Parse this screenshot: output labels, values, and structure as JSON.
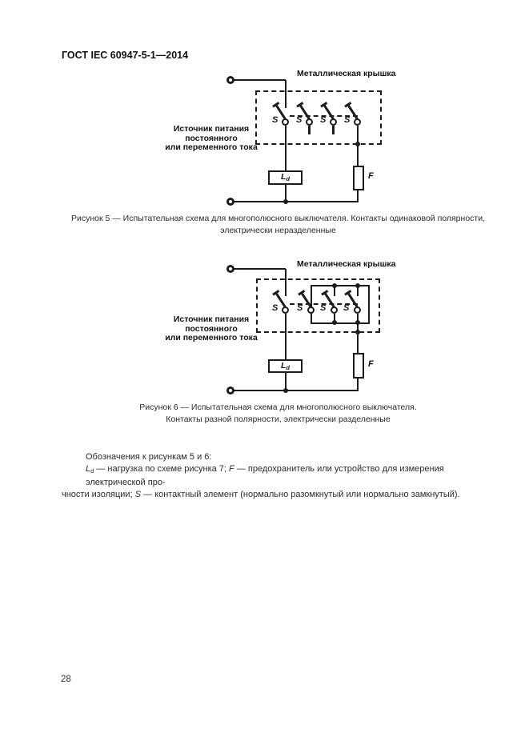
{
  "page": {
    "header": "ГОСТ IEC 60947-5-1—2014",
    "page_number": "28"
  },
  "figure5": {
    "cover_label": "Металлическая крышка",
    "source_line1": "Источник питания",
    "source_line2": "постоянного",
    "source_line3": "или переменного тока",
    "switch_label": "S",
    "load_label": "L",
    "load_sub": "d",
    "fuse_label": "F",
    "caption_line1": "Рисунок 5 — Испытательная схема для многополюсного выключателя. Контакты одинаковой полярности,",
    "caption_line2": "электрически неразделенные"
  },
  "figure6": {
    "cover_label": "Металлическая крышка",
    "source_line1": "Источник питания",
    "source_line2": "постоянного",
    "source_line3": "или переменного тока",
    "switch_label": "S",
    "load_label": "L",
    "load_sub": "d",
    "fuse_label": "F",
    "caption_line1": "Рисунок 6 — Испытательная схема для многополюсного выключателя.",
    "caption_line2": "Контакты разной полярности, электрически разделенные"
  },
  "notes": {
    "heading": "Обозначения к рисункам 5 и 6:",
    "load_symbol": "L",
    "load_sub": "d",
    "load_text": " — нагрузка по схеме рисунка 7; ",
    "fuse_symbol": "F",
    "fuse_text": " — предохранитель или устройство для измерения электрической про-",
    "cont_text": "чности изоляции; ",
    "switch_symbol": "S",
    "switch_text": " — контактный элемент (нормально разомкнутый или нормально замкнутый)."
  }
}
